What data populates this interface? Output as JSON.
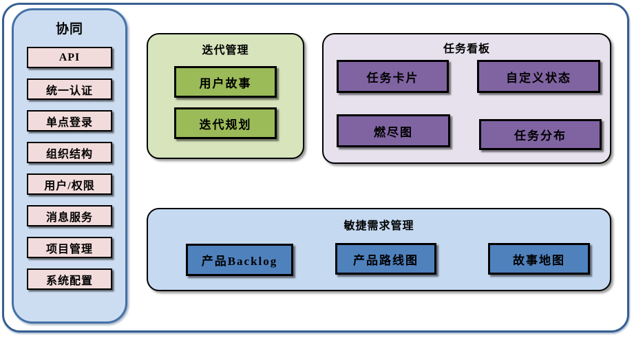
{
  "diagram": {
    "sidebar": {
      "title": "协同",
      "items": [
        {
          "label": "API"
        },
        {
          "label": "统一认证"
        },
        {
          "label": "单点登录"
        },
        {
          "label": "组织结构"
        },
        {
          "label": "用户/权限"
        },
        {
          "label": "消息服务"
        },
        {
          "label": "项目管理"
        },
        {
          "label": "系统配置"
        }
      ]
    },
    "iteration_panel": {
      "title": "迭代管理",
      "items": [
        {
          "label": "用户故事"
        },
        {
          "label": "迭代规划"
        }
      ]
    },
    "kanban_panel": {
      "title": "任务看板",
      "items": [
        {
          "label": "任务卡片"
        },
        {
          "label": "自定义状态"
        },
        {
          "label": "燃尽图"
        },
        {
          "label": "任务分布"
        }
      ]
    },
    "requirements_panel": {
      "title": "敏捷需求管理",
      "items": [
        {
          "label": "产品Backlog"
        },
        {
          "label": "产品路线图"
        },
        {
          "label": "故事地图"
        }
      ]
    },
    "colors": {
      "frame_border": "#365f91",
      "sidebar_border": "#4472a8",
      "sidebar_fill": "#cdddf1",
      "sidebar_item_fill": "#f2dcdb",
      "iteration_fill": "#d7e4bc",
      "iteration_button": "#9bbb59",
      "kanban_fill": "#e6e1ed",
      "kanban_button": "#8064a2",
      "requirements_fill": "#c5d9f1",
      "requirements_button": "#4f81bd"
    }
  }
}
